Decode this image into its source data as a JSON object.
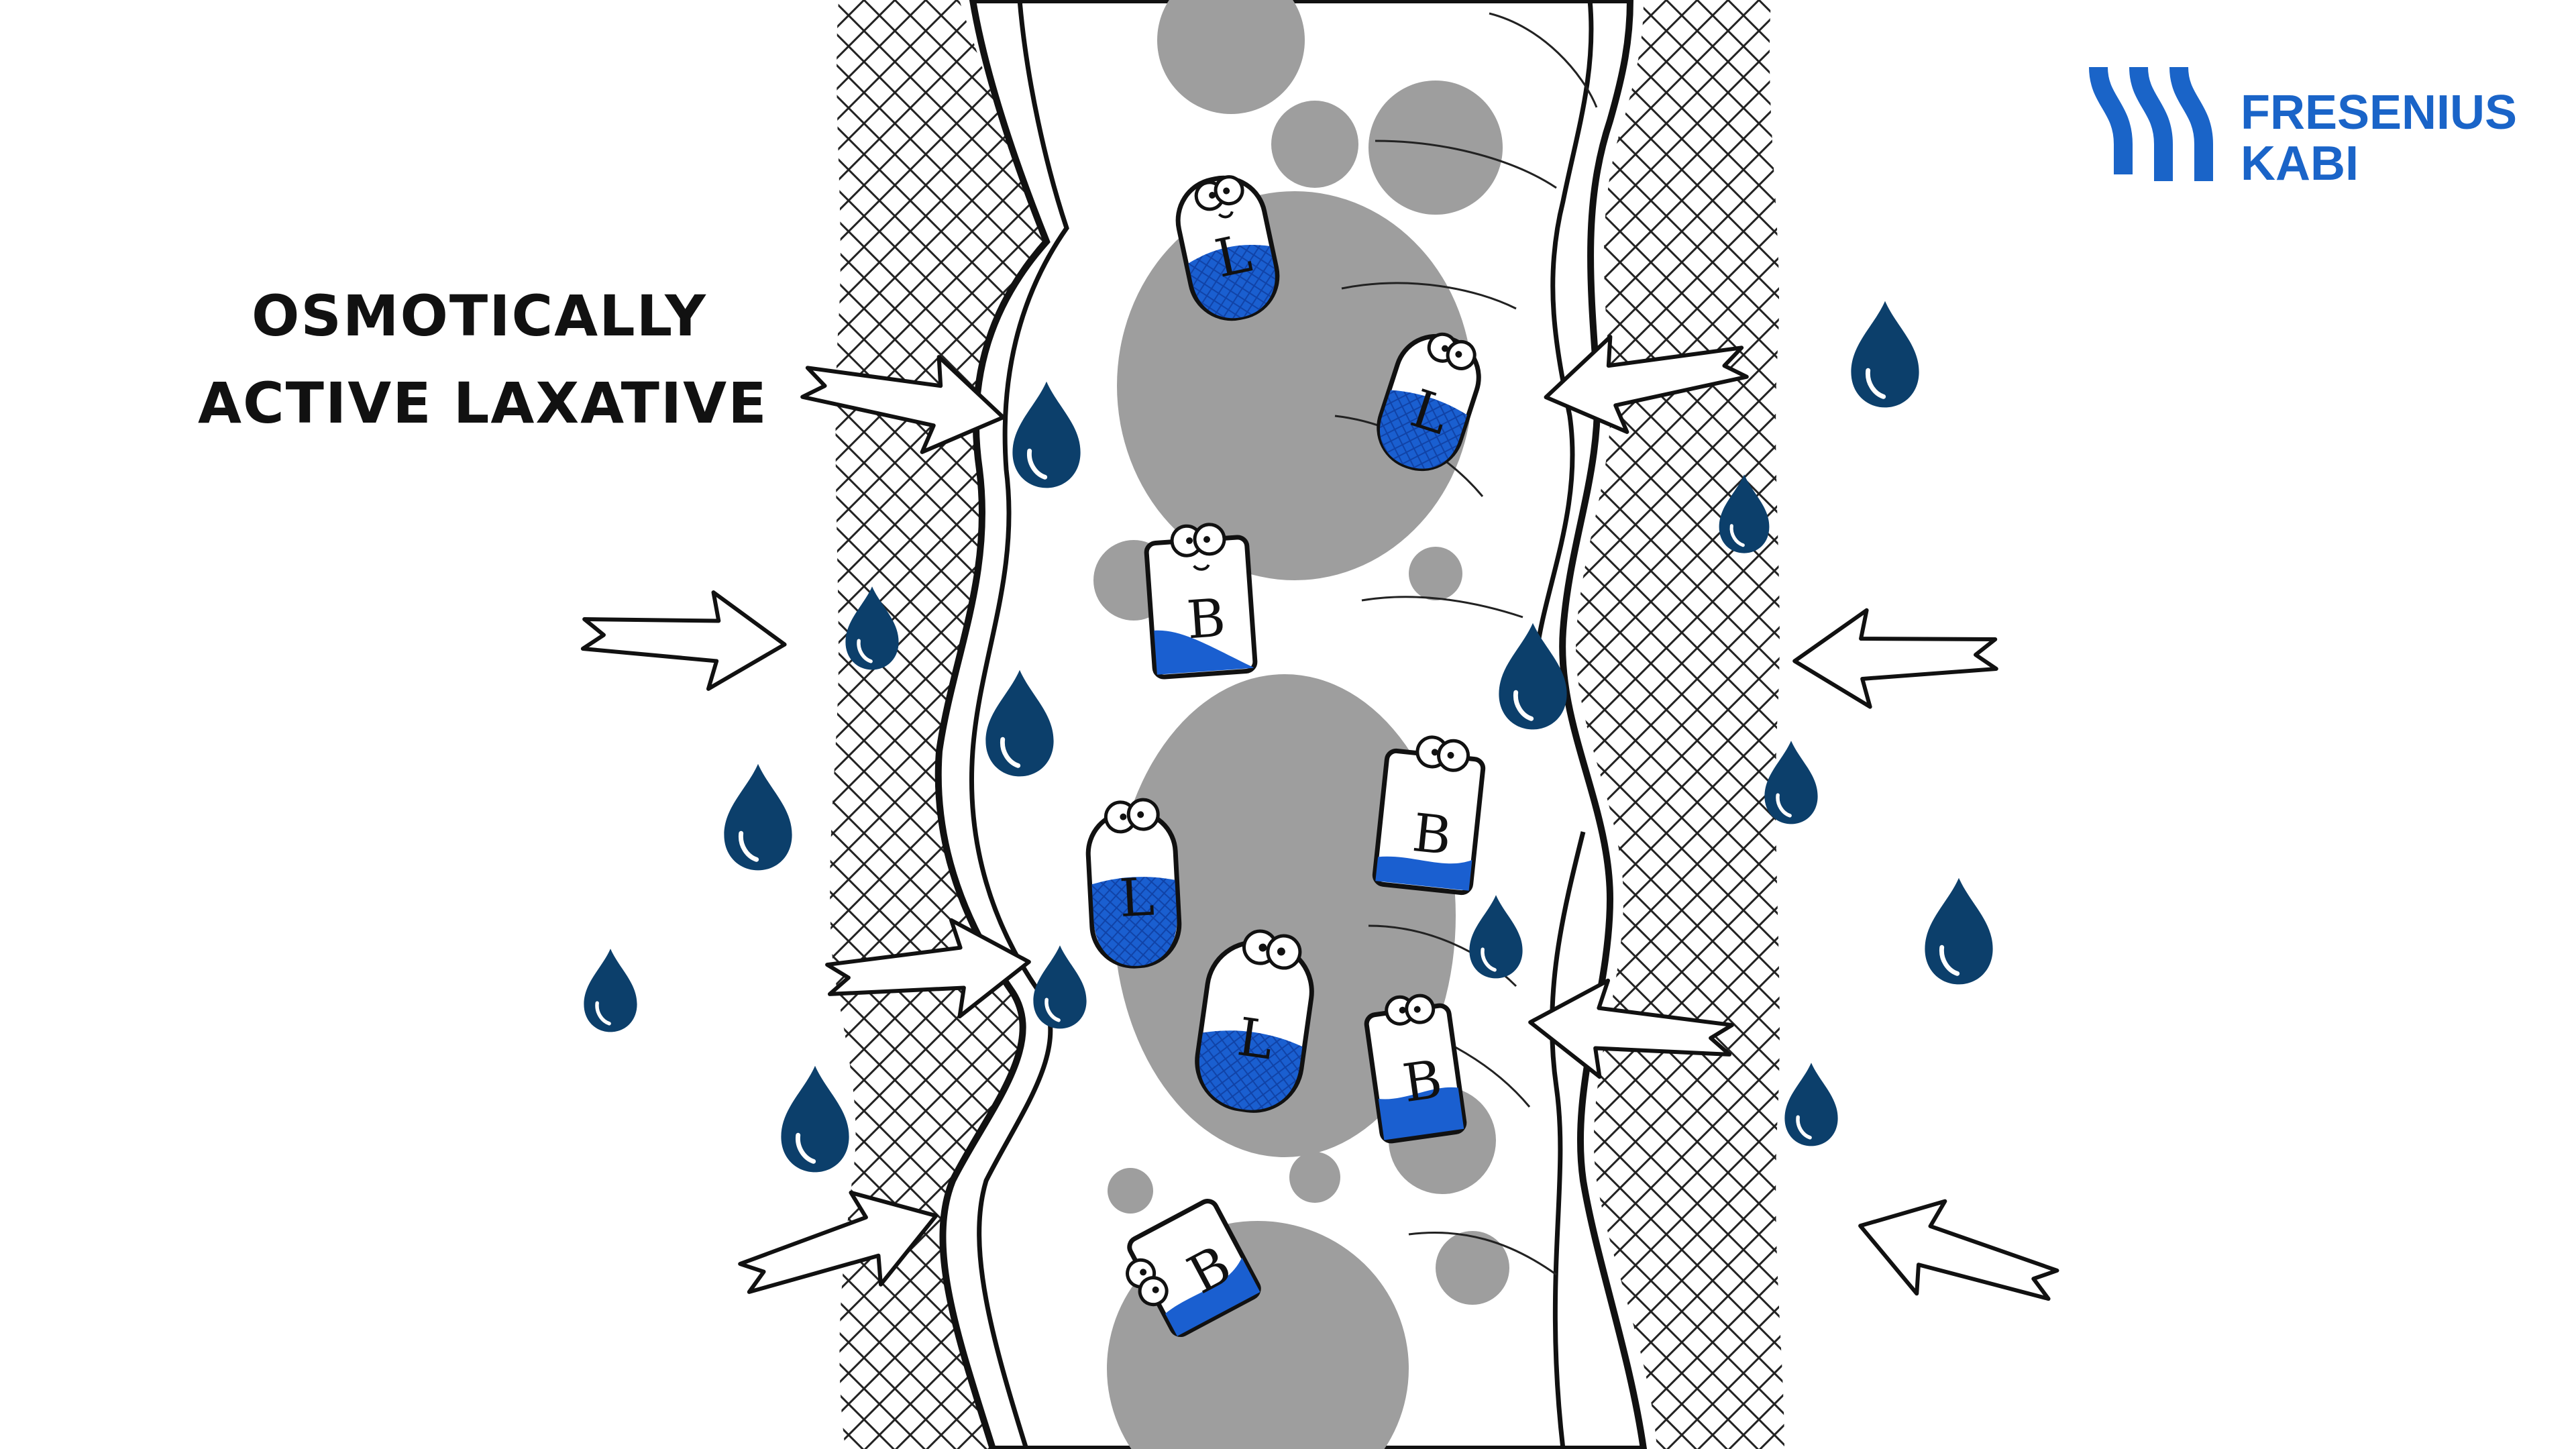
{
  "title": {
    "line1": "OSMOTICALLY",
    "line2": "ACTIVE LAXATIVE"
  },
  "logo": {
    "line1": "FRESENIUS",
    "line2": "KABI",
    "icon": "fresenius-kabi-wave-icon",
    "color": "#1a64c8"
  },
  "molecule_labels": {
    "lactulose": "L",
    "bacteria": "B"
  },
  "colors": {
    "water_drop": "#0c3f6b",
    "stool_mass": "#9e9e9e",
    "molecule_fill": "#1a5fd0",
    "outline": "#111111"
  }
}
